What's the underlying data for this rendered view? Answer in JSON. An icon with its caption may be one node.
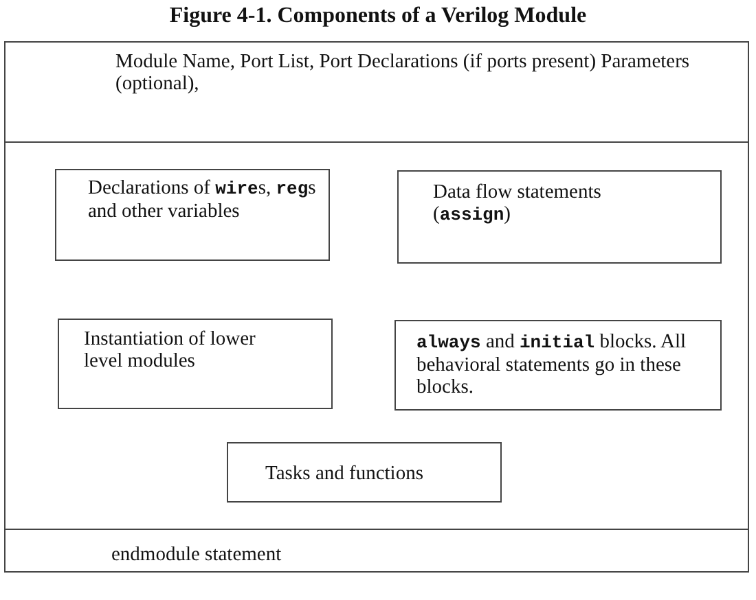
{
  "diagram": {
    "title": "Figure 4-1. Components of a Verilog Module",
    "nodes": [
      {
        "text": [],
        "shape": "box"
      },
      {
        "text": [
          "Module Name, Port List, Port Declarations (if ports present) Parameters (optional),"
        ],
        "in": 0
      },
      {
        "text": [],
        "shape": "box",
        "in": 0
      },
      {
        "text": [
          "Declarations of **wire**s, **reg**s and other variables"
        ],
        "in": 2
      },
      {
        "text": [
          "Data flow statements (**assign**)"
        ],
        "in": 2
      },
      {
        "text": [
          "Instantiation of lower level modules"
        ],
        "in": 2
      },
      {
        "text": [
          "**always** and **initial** blocks. All behavioral statements go in these blocks."
        ],
        "in": 2
      },
      {
        "text": [
          "Tasks and functions"
        ],
        "in": 2
      },
      {
        "text": [
          "endmodule statement"
        ],
        "in": 0
      }
    ],
    "edges": []
  }
}
